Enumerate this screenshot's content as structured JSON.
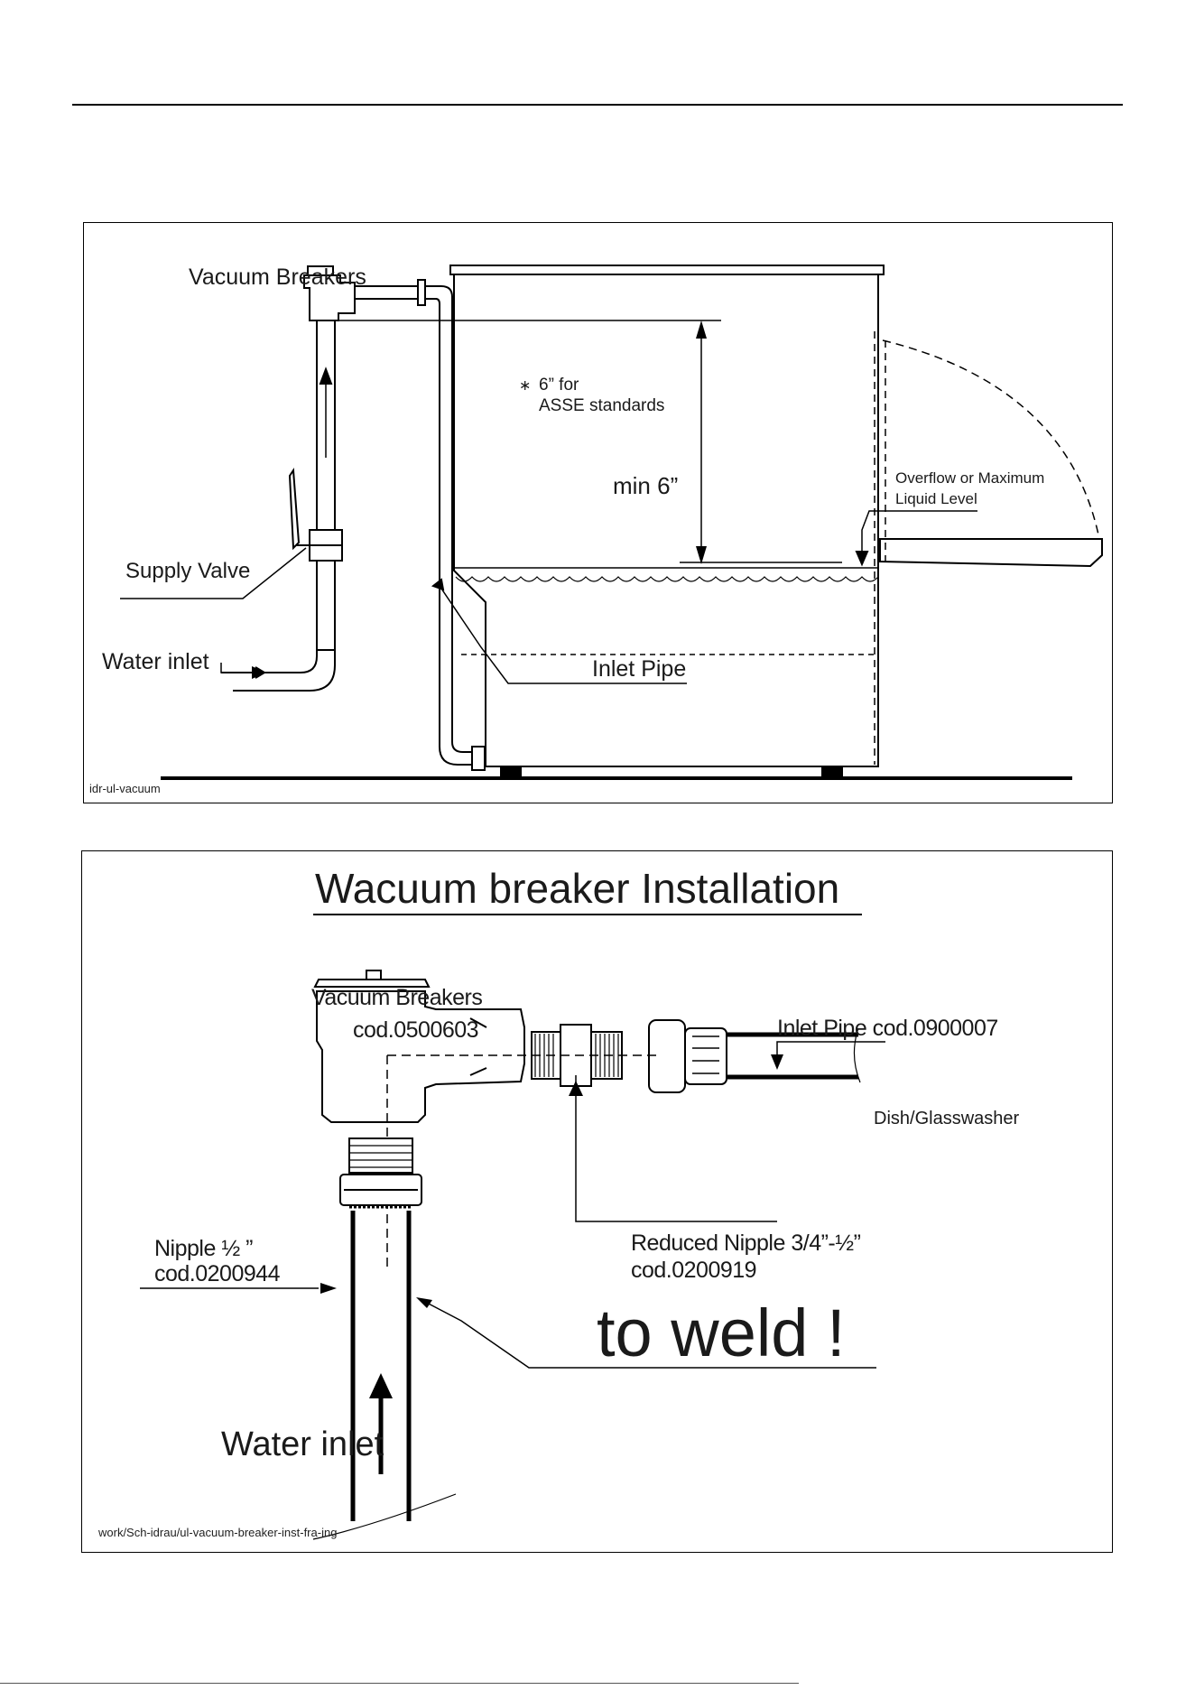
{
  "diagram1": {
    "vacuum_breakers": "Vacuum Breakers",
    "asse_star": "∗",
    "asse_line1": "6” for",
    "asse_line2": "ASSE standards",
    "min_height": "min 6”",
    "overflow_line1": "Overflow or Maximum",
    "overflow_line2": "Liquid Level",
    "supply_valve": "Supply Valve",
    "water_inlet": "Water inlet",
    "inlet_pipe": "Inlet Pipe",
    "code": "idr-ul-vacuum"
  },
  "diagram2": {
    "title": "Wacuum breaker Installation",
    "vacuum_breakers": "Vacuum  Breakers",
    "vacuum_breakers_code": "cod.0500603",
    "inlet_pipe": "Inlet  Pipe  cod.0900007",
    "dish": "Dish/Glasswasher",
    "reduced_nipple": "Reduced  Nipple  3/4”-½”",
    "reduced_nipple_code": "cod.0200919",
    "nipple": "Nipple  ½  ”",
    "nipple_code": "cod.0200944",
    "to_weld": "to weld !",
    "water_inlet": "Water inlet",
    "code": "work/Sch-idrau/ul-vacuum-breaker-inst-fra-ing"
  }
}
